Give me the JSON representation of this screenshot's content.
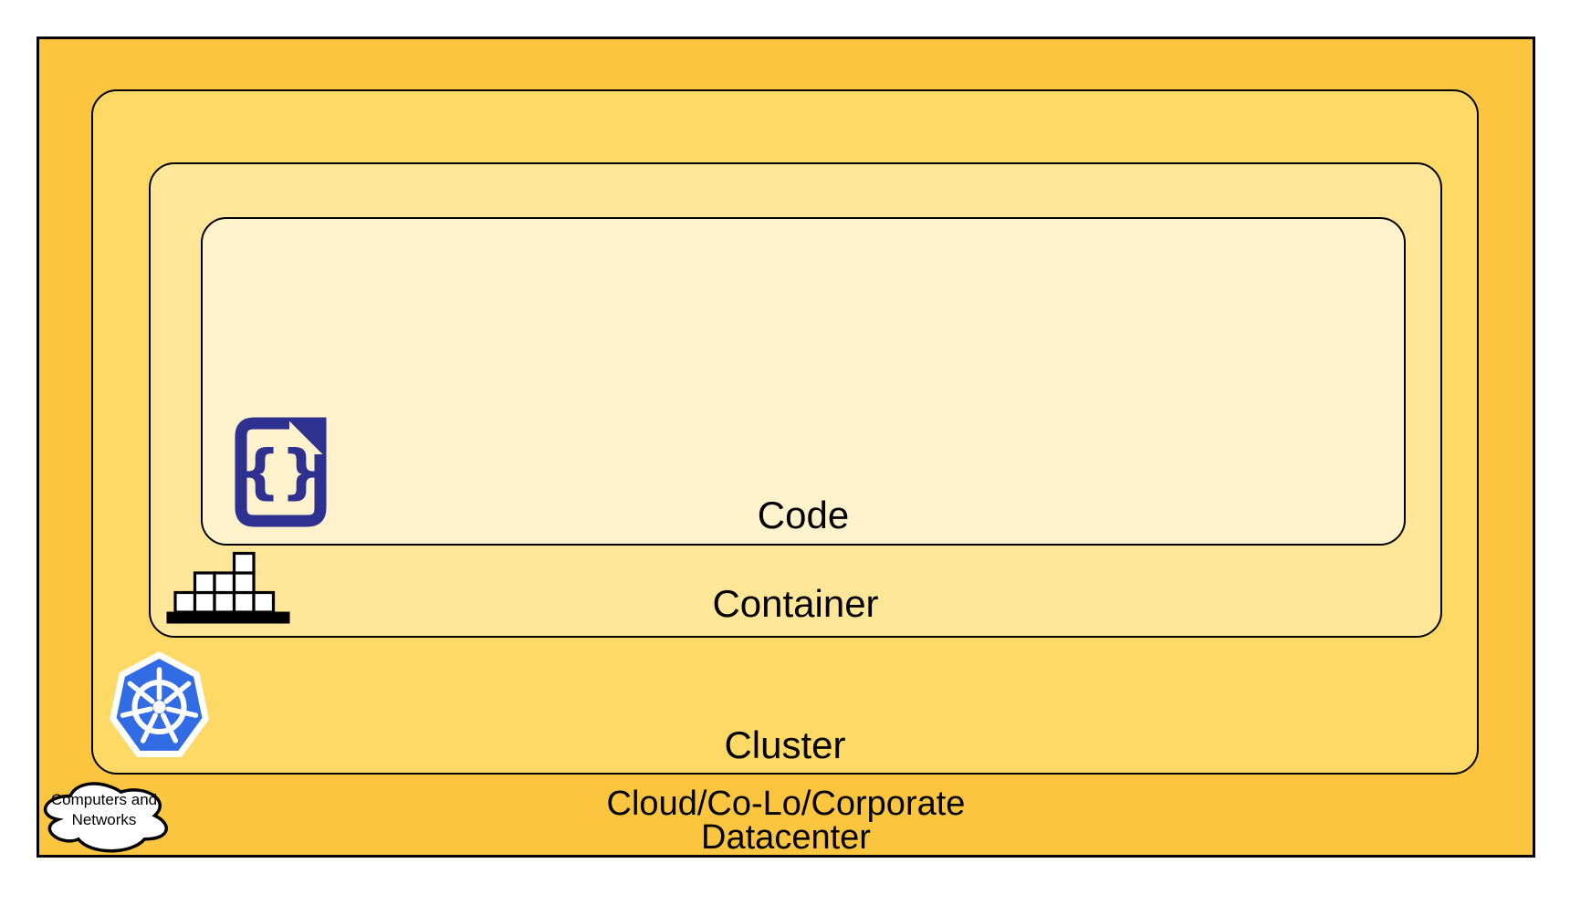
{
  "diagram": {
    "layers": {
      "code": {
        "label": "Code",
        "fill": "#FFF2CC",
        "icon": "code-file-icon",
        "icon_glyph": "{}"
      },
      "container": {
        "label": "Container",
        "fill": "#FFE699",
        "icon": "container-blocks-icon"
      },
      "cluster": {
        "label": "Cluster",
        "fill": "#FFD966",
        "icon": "kubernetes-icon"
      },
      "datacenter": {
        "label_line1": "Cloud/Co-Lo/Corporate",
        "label_line2": "Datacenter",
        "fill": "#FBC540",
        "icon": "cloud-icon"
      }
    },
    "cloud_callout": {
      "line1": "Computers and",
      "line2": "Networks"
    },
    "colors": {
      "border": "#000000",
      "code_icon_navy": "#2E3190",
      "kubernetes_blue": "#326CE5",
      "block_fill": "#FFFFFF",
      "page_background": "#FFFFFF"
    }
  }
}
